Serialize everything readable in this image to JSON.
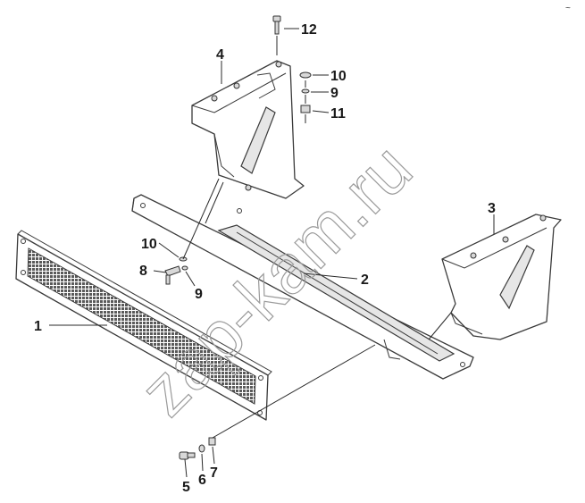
{
  "diagram": {
    "corner_mark": "~",
    "watermark": "zap-kam.ru",
    "callouts": [
      "1",
      "2",
      "3",
      "4",
      "5",
      "6",
      "7",
      "8",
      "9",
      "10",
      "11",
      "12",
      "9",
      "10"
    ]
  }
}
